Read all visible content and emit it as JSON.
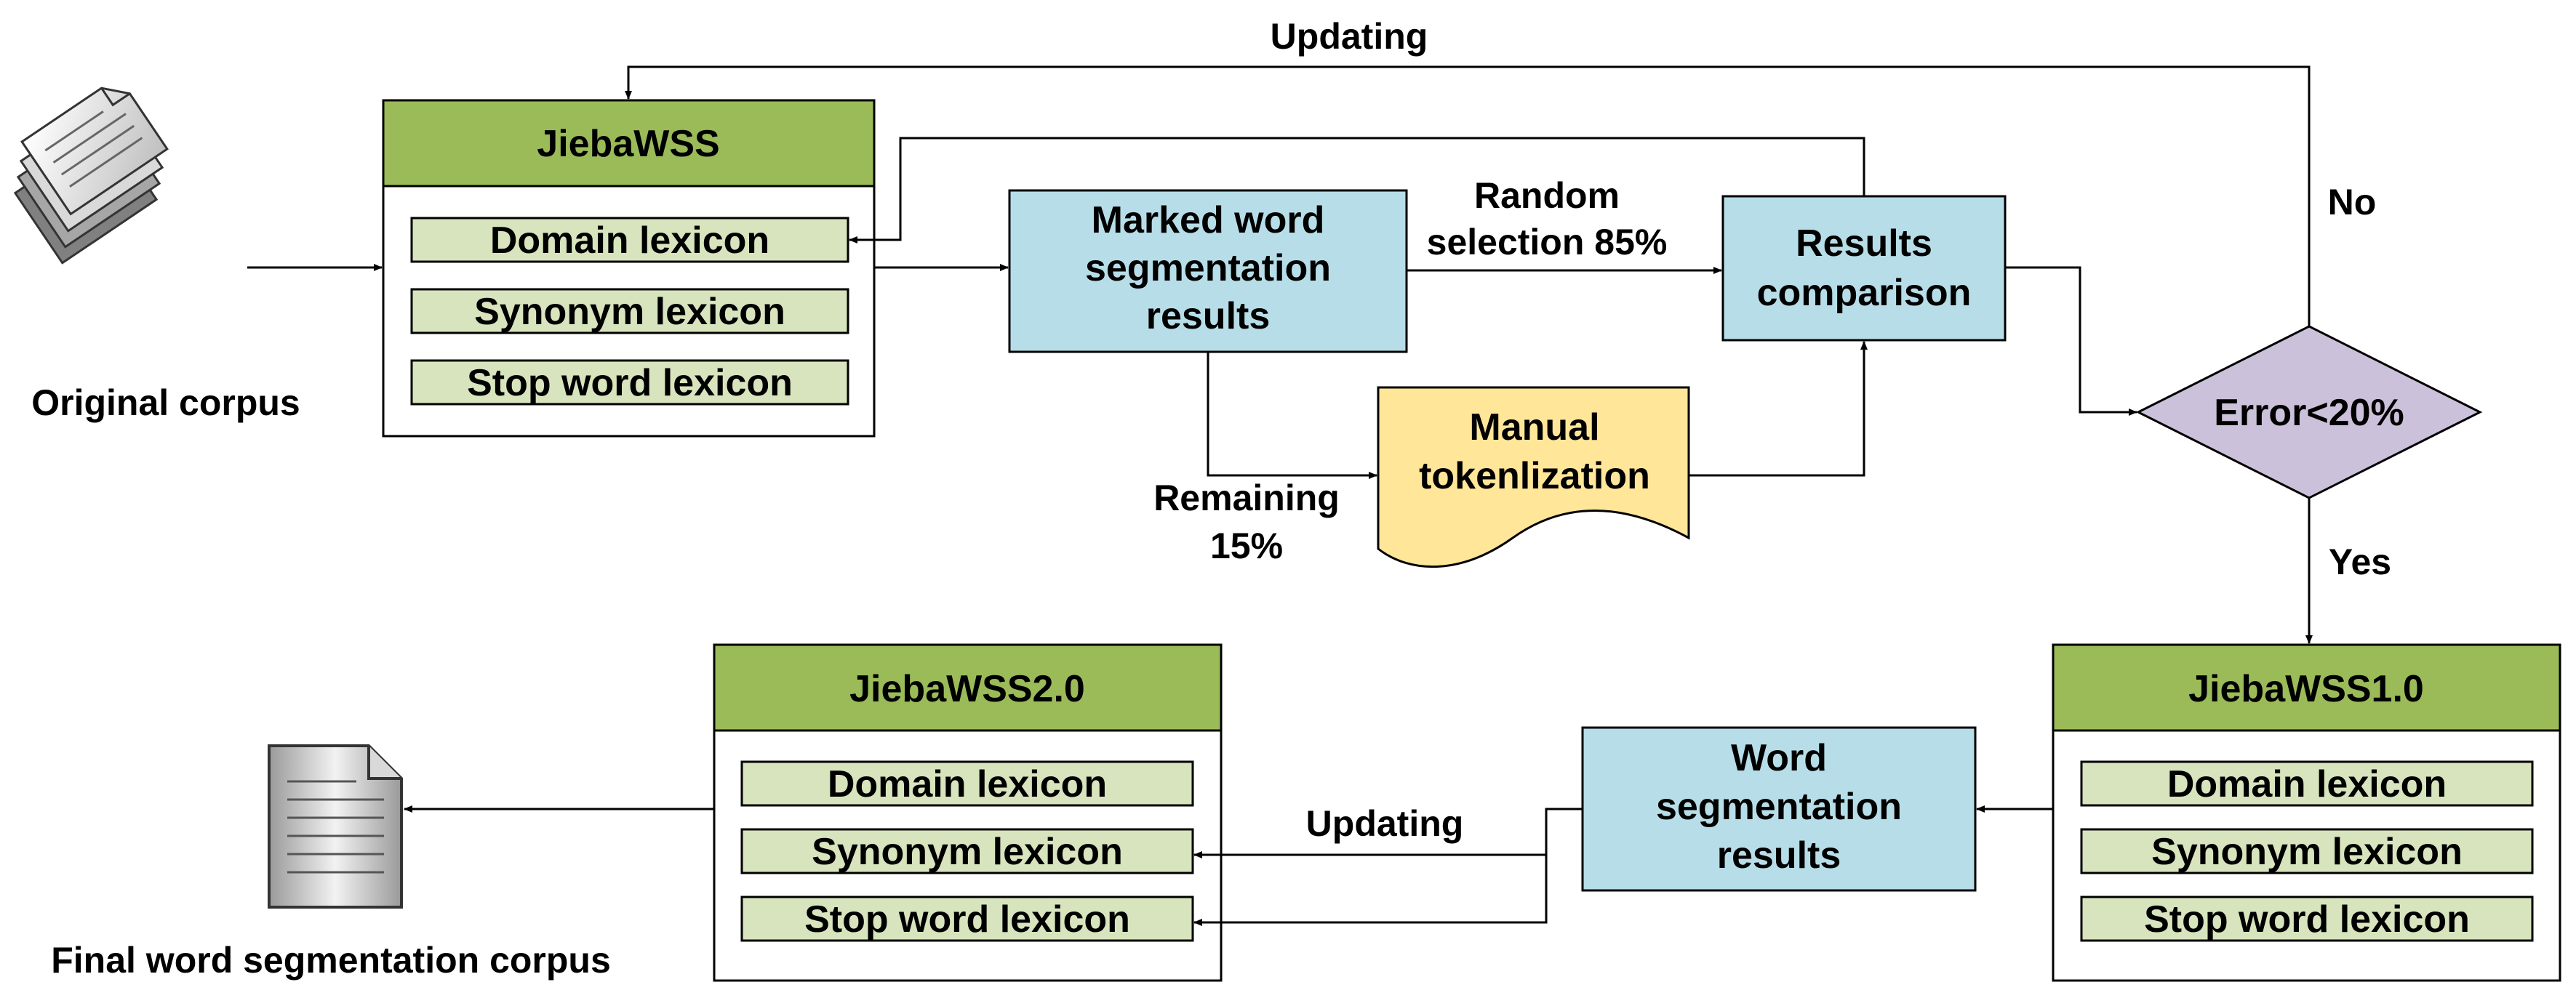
{
  "labels": {
    "updating_top": "Updating",
    "no": "No",
    "yes": "Yes",
    "random_line1": "Random",
    "random_line2": "selection 85%",
    "remaining_line1": "Remaining",
    "remaining_line2": "15%",
    "updating_bottom": "Updating",
    "original_corpus": "Original corpus",
    "final_corpus": "Final word segmentation corpus"
  },
  "jieba_main": {
    "title": "JiebaWSS",
    "lexicons": [
      "Domain lexicon",
      "Synonym lexicon",
      "Stop word lexicon"
    ]
  },
  "jieba_v1": {
    "title": "JiebaWSS1.0",
    "lexicons": [
      "Domain lexicon",
      "Synonym lexicon",
      "Stop word lexicon"
    ]
  },
  "jieba_v2": {
    "title": "JiebaWSS2.0",
    "lexicons": [
      "Domain lexicon",
      "Synonym lexicon",
      "Stop word lexicon"
    ]
  },
  "marked": {
    "lines": [
      "Marked word",
      "segmentation",
      "results"
    ]
  },
  "results_comparison": {
    "lines": [
      "Results",
      "comparison"
    ]
  },
  "manual": {
    "lines": [
      "Manual",
      "tokenlization"
    ]
  },
  "decision": {
    "label": "Error<20%"
  },
  "word_seg": {
    "lines": [
      "Word",
      "segmentation",
      "results"
    ]
  },
  "colors": {
    "header_green": "#9bbb59",
    "lexicon_fill": "#d7e4bd",
    "process_blue": "#b7dee8",
    "manual_yellow": "#ffe699",
    "decision_purple": "#ccc1da"
  },
  "icons": [
    "document-stack-icon",
    "document-icon"
  ]
}
